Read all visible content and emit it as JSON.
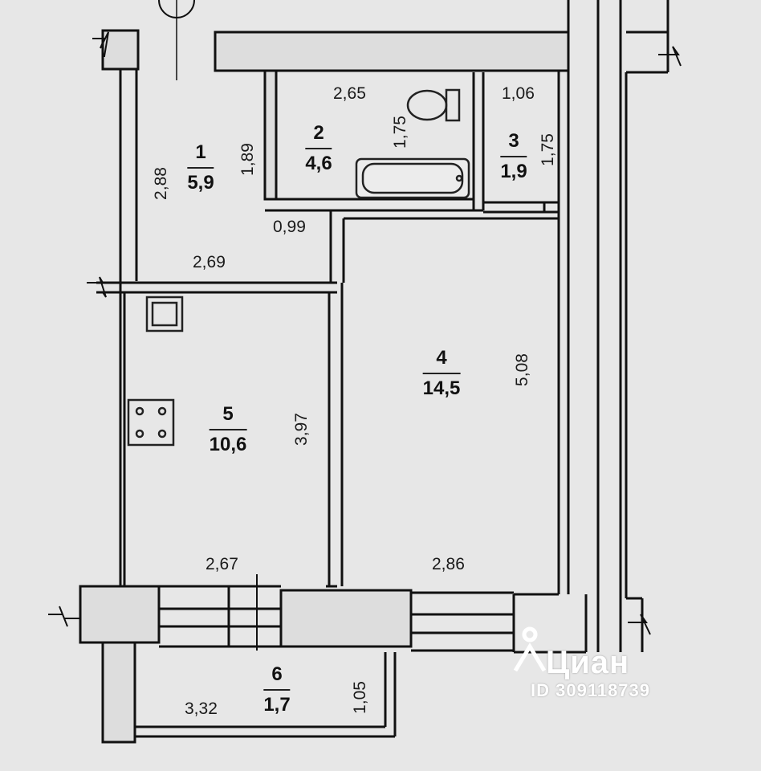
{
  "rooms": [
    {
      "number": "1",
      "area": "5,9"
    },
    {
      "number": "2",
      "area": "4,6"
    },
    {
      "number": "3",
      "area": "1,9"
    },
    {
      "number": "4",
      "area": "14,5"
    },
    {
      "number": "5",
      "area": "10,6"
    },
    {
      "number": "6",
      "area": "1,7"
    }
  ],
  "dimensions": {
    "r1_width": "2,69",
    "r1_height_left": "2,88",
    "r1_height_right": "1,89",
    "r2_width": "2,65",
    "r2_height": "1,75",
    "r2_door": "0,99",
    "r3_width": "1,06",
    "r3_height": "1,75",
    "r4_width": "2,86",
    "r4_height": "5,08",
    "r5_width": "2,67",
    "r5_height": "3,97",
    "r6_width": "3,32",
    "r6_height": "1,05"
  },
  "watermark": {
    "brand": "Циан",
    "listing_id": "ID 309118739"
  }
}
